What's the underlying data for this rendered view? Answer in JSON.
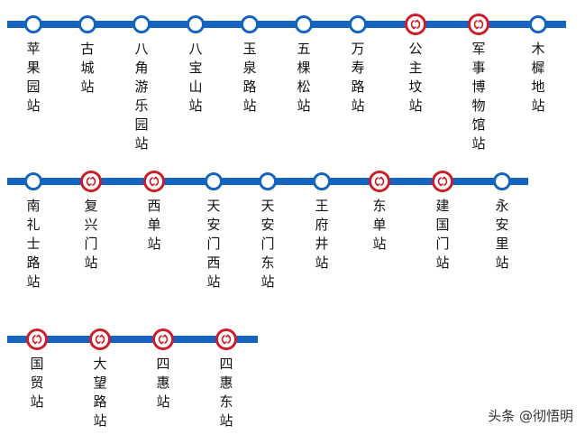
{
  "colors": {
    "line": "#1565c0",
    "transfer": "#cc1f2a",
    "station_fill": "#ffffff"
  },
  "icons": {
    "transfer": "transfer-arrows-icon"
  },
  "rows": [
    {
      "stations": [
        {
          "name": "苹果园站",
          "transfer": false
        },
        {
          "name": "古城站",
          "transfer": false
        },
        {
          "name": "八角游乐园站",
          "transfer": false
        },
        {
          "name": "八宝山站",
          "transfer": false
        },
        {
          "name": "玉泉路站",
          "transfer": false
        },
        {
          "name": "五棵松站",
          "transfer": false
        },
        {
          "name": "万寿路站",
          "transfer": false
        },
        {
          "name": "公主坟站",
          "transfer": true
        },
        {
          "name": "军事博物馆站",
          "transfer": true
        },
        {
          "name": "木樨地站",
          "transfer": false
        }
      ]
    },
    {
      "stations": [
        {
          "name": "南礼士路站",
          "transfer": false
        },
        {
          "name": "复兴门站",
          "transfer": true
        },
        {
          "name": "西单站",
          "transfer": true
        },
        {
          "name": "天安门西站",
          "transfer": false
        },
        {
          "name": "天安门东站",
          "transfer": false
        },
        {
          "name": "王府井站",
          "transfer": false
        },
        {
          "name": "东单站",
          "transfer": true
        },
        {
          "name": "建国门站",
          "transfer": true
        },
        {
          "name": "永安里站",
          "transfer": false
        }
      ]
    },
    {
      "stations": [
        {
          "name": "国贸站",
          "transfer": true
        },
        {
          "name": "大望路站",
          "transfer": true
        },
        {
          "name": "四惠站",
          "transfer": true
        },
        {
          "name": "四惠东站",
          "transfer": true
        }
      ]
    }
  ],
  "watermark": "头条 @彻悟明"
}
